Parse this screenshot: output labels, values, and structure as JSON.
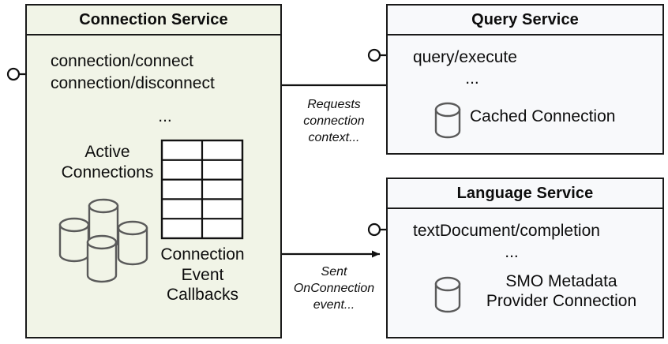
{
  "diagram": {
    "title": "Connection Service interaction diagram",
    "type": "uml-component-diagram",
    "colors": {
      "connection_service_fill": "#f1f4e7",
      "other_service_fill": "#f8f9fb",
      "border": "#1a1a1a",
      "cylinder_stroke": "#5a5a5a",
      "table_fill": "#ffffff"
    }
  },
  "connection_service": {
    "title": "Connection Service",
    "interface_name": "connection-interface-lollipop",
    "operations": [
      "connection/connect",
      "connection/disconnect"
    ],
    "operations_more": "...",
    "active_connections": {
      "label_line1": "Active",
      "label_line2": "Connections",
      "icon": "database-cylinder-stack-icon",
      "cylinder_count": 4
    },
    "callbacks": {
      "label_line1": "Connection",
      "label_line2": "Event",
      "label_line3": "Callbacks",
      "icon": "table-grid-icon",
      "rows": 5,
      "columns": 2
    }
  },
  "query_service": {
    "title": "Query Service",
    "interface_name": "query-interface-lollipop",
    "operations": [
      "query/execute"
    ],
    "operations_more": "...",
    "store": {
      "label": "Cached Connection",
      "icon": "database-cylinder-icon"
    }
  },
  "language_service": {
    "title": "Language Service",
    "interface_name": "language-interface-lollipop",
    "operations": [
      "textDocument/completion"
    ],
    "operations_more": "...",
    "store": {
      "label_line1": "SMO Metadata",
      "label_line2": "Provider Connection",
      "icon": "database-cylinder-icon"
    }
  },
  "flows": [
    {
      "name": "query-to-connection",
      "from": "Query Service",
      "to": "Connection Service",
      "direction": "right-to-left",
      "label": "Requests\nconnection\ncontext..."
    },
    {
      "name": "connection-to-language",
      "from": "Connection Service",
      "to": "Language Service",
      "direction": "left-to-right",
      "label": "Sent\nOnConnection\nevent..."
    }
  ]
}
